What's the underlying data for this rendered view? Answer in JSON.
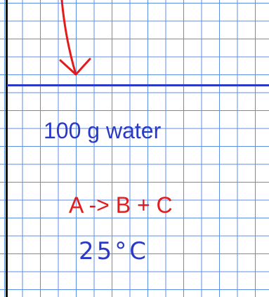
{
  "labels": {
    "water": "100 g water",
    "reaction": "A -> B + C",
    "temperature": "25°C"
  },
  "colors": {
    "grid": "#5b8fe6",
    "water_line": "#2a39c7",
    "arrow": "#e31b1b",
    "beaker_wall": "#111111"
  },
  "icons": {
    "arrow": "curved-down-arrow-icon"
  }
}
